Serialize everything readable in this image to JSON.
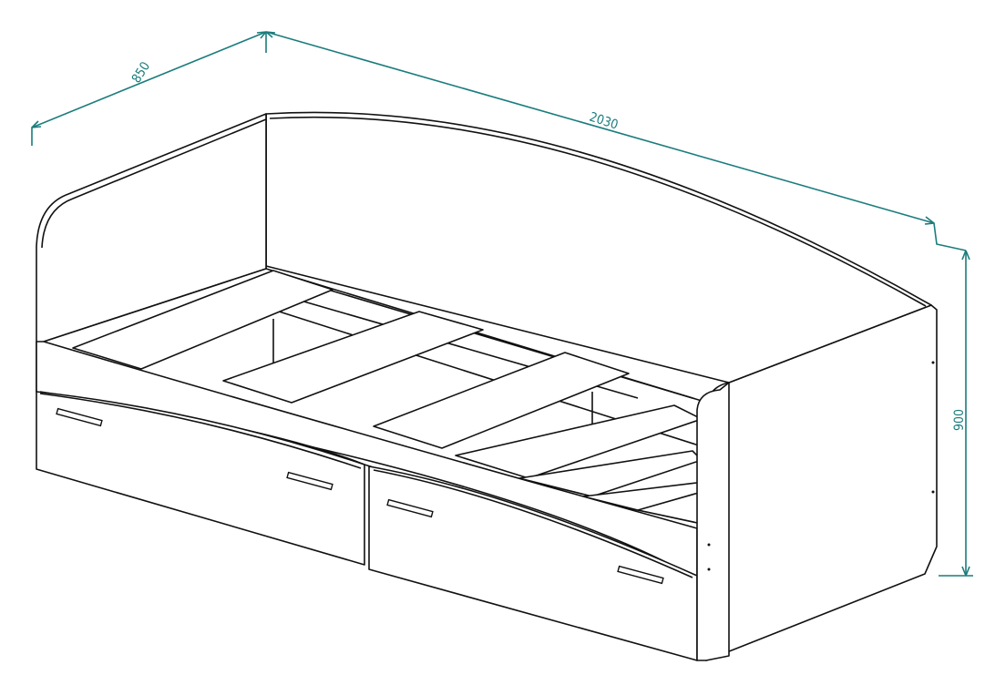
{
  "dimensions": {
    "depth": "850",
    "length": "2030",
    "height": "900"
  },
  "colors": {
    "dimension_line": "#1b7c7c",
    "outline": "#111111"
  }
}
